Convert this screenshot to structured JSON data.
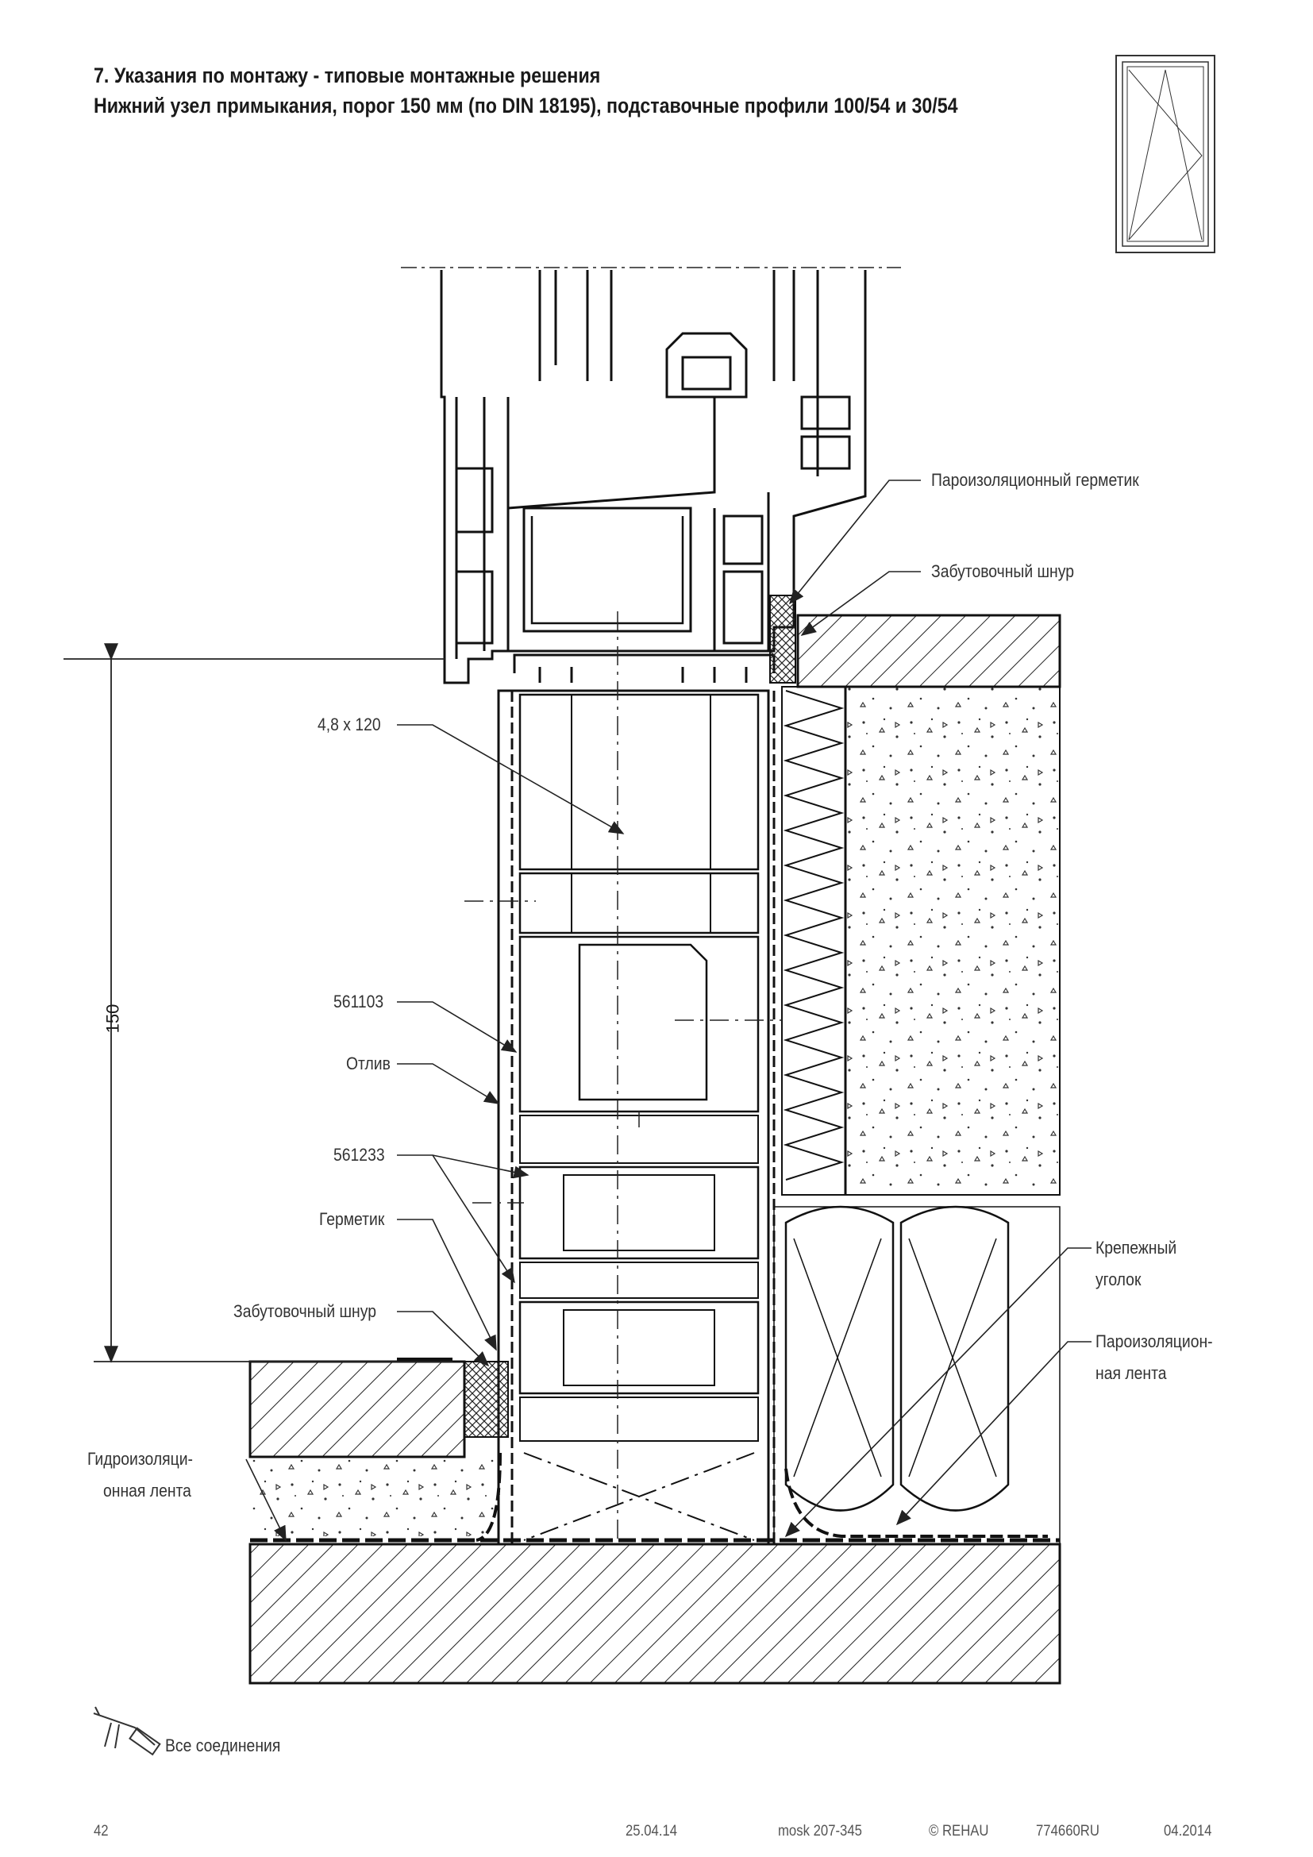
{
  "header": {
    "line1": "7. Указания по монтажу - типовые монтажные решения",
    "line2": "Нижний узел примыкания, порог 150 мм (по DIN 18195), подставочные профили 100/54 и 30/54"
  },
  "labels": {
    "vapor_sealant": "Пароизоляционный герметик",
    "backing_cord_top": "Забутовочный шнур",
    "screw": "4,8 x 120",
    "profile_561103": "561103",
    "sill": "Отлив",
    "profile_561233": "561233",
    "sealant": "Герметик",
    "backing_cord_bottom": "Забутовочный шнур",
    "mounting_bracket_1": "Крепежный",
    "mounting_bracket_2": "уголок",
    "vapor_tape_1": "Пароизоляцион-",
    "vapor_tape_2": "ная лента",
    "waterproof_tape_1": "Гидроизоляци-",
    "waterproof_tape_2": "онная лента",
    "dimension": "150"
  },
  "legend": {
    "icon": "sealant-gun-icon",
    "text": "Все соединения"
  },
  "footer": {
    "page": "42",
    "date": "25.04.14",
    "code": "mosk 207-345",
    "brand": "© REHAU",
    "doc": "774660RU",
    "edition": "04.2014"
  }
}
